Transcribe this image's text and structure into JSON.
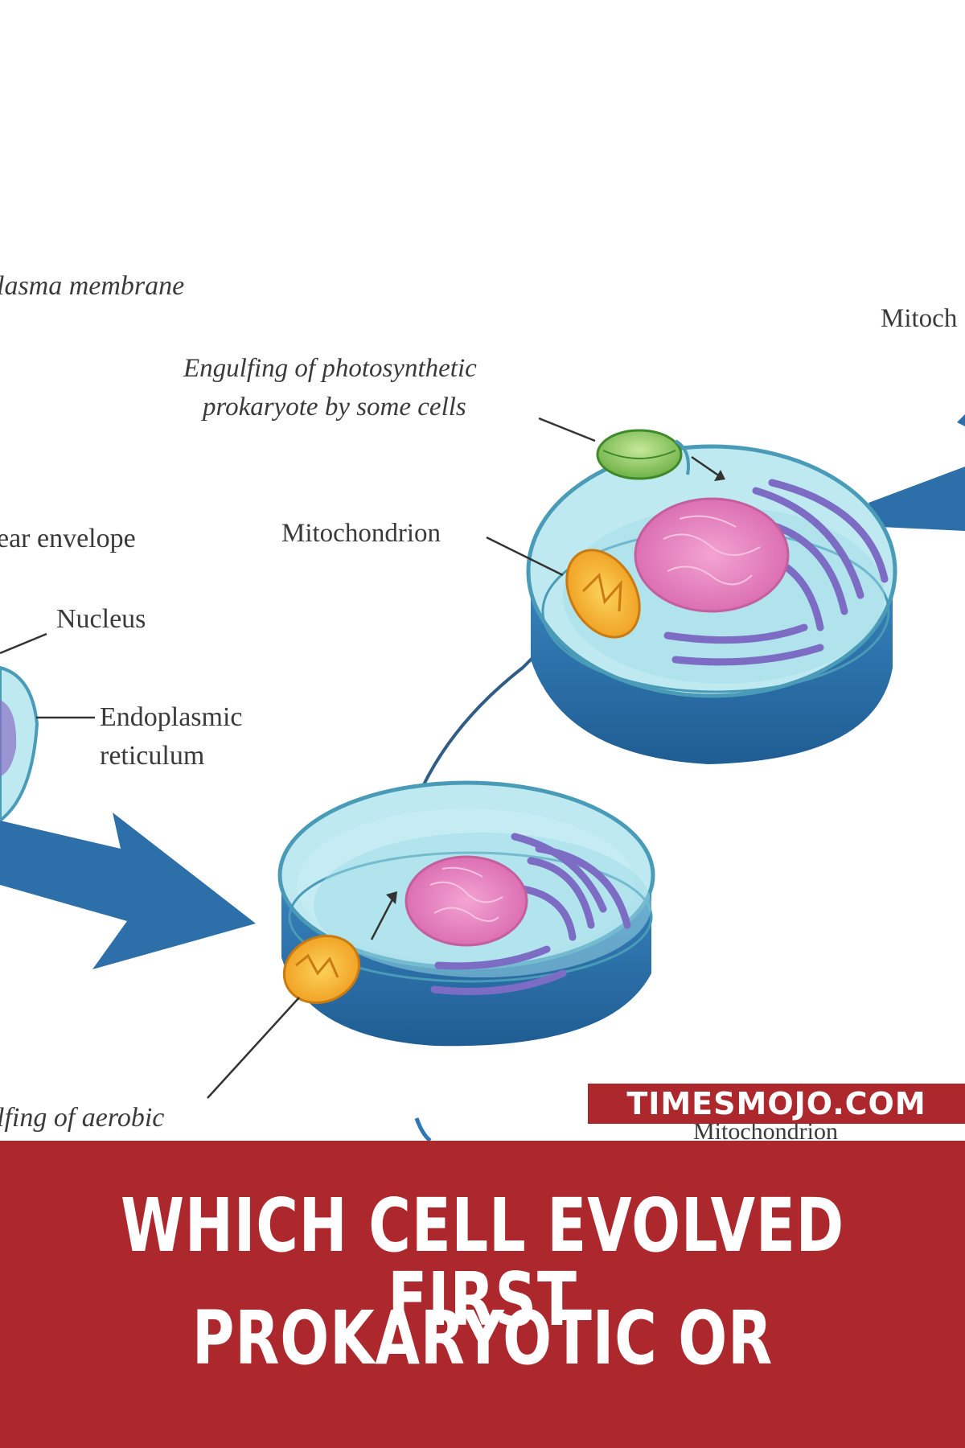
{
  "diagram": {
    "labels": {
      "plasma_membrane": "lasma membrane",
      "engulfing_photo_line1": "Engulfing of  photosynthetic",
      "engulfing_photo_line2": "prokaryote by some cells",
      "nuclear_envelope": "ear envelope",
      "mitochondrion_top": "Mitochondrion",
      "mitochondrion_corner": "Mitoch",
      "nucleus": "Nucleus",
      "endoplasmic_line1": "Endoplasmic",
      "endoplasmic_line2": "reticulum",
      "engulfing_aerobic": "lfing of aerobic",
      "mitochondrion_bottom": "Mitochondrion"
    },
    "colors": {
      "cytoplasm": "#bfe9f0",
      "cell_base": "#2f78b4",
      "nucleus": "#e07ab8",
      "er": "#7c6cc4",
      "mitochondrion": "#f2a526",
      "chloroplast": "#7fbf4a",
      "arrow": "#2d6fa8"
    }
  },
  "brand": {
    "text": "TIMESMOJO.COM",
    "color": "#ad282d"
  },
  "headline": {
    "line1": "WHICH CELL EVOLVED FIRST",
    "line2": "PROKARYOTIC OR"
  },
  "banner": {
    "color": "#ad282d"
  }
}
